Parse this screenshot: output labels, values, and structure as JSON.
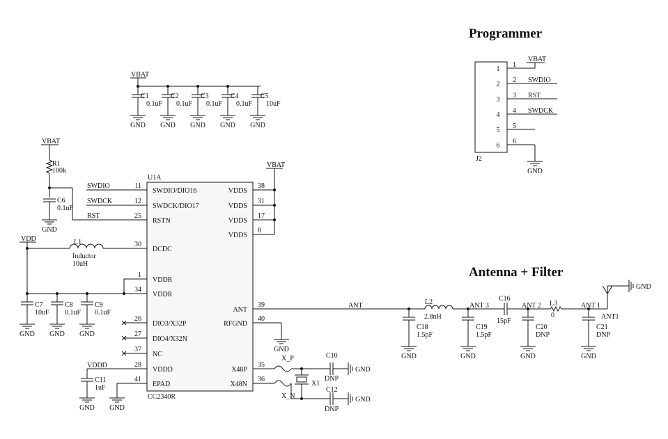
{
  "titles": {
    "programmer": "Programmer",
    "antenna": "Antenna + Filter"
  },
  "nets": {
    "vbat": "VBAT",
    "vdd": "VDD",
    "vddd": "VDDD",
    "gnd": "GND",
    "swdio": "SWDIO",
    "swdck": "SWDCK",
    "rst": "RST",
    "ant": "ANT",
    "xp": "X_P",
    "xn": "X_N"
  },
  "chip": {
    "ref": "U1A",
    "part": "CC2340R",
    "left_pins": [
      {
        "num": "11",
        "name": "SWDIO/DIO16"
      },
      {
        "num": "12",
        "name": "SWDCK/DIO17"
      },
      {
        "num": "25",
        "name": "RSTN"
      },
      {
        "num": "30",
        "name": "DCDC"
      },
      {
        "num": "1",
        "name": "VDDR"
      },
      {
        "num": "34",
        "name": "VDDR"
      },
      {
        "num": "26",
        "name": "DIO3/X32P"
      },
      {
        "num": "27",
        "name": "DIO4/X32N"
      },
      {
        "num": "37",
        "name": "NC"
      },
      {
        "num": "28",
        "name": "VDDD"
      },
      {
        "num": "41",
        "name": "EPAD"
      }
    ],
    "right_pins": [
      {
        "num": "38",
        "name": "VDDS"
      },
      {
        "num": "31",
        "name": "VDDS"
      },
      {
        "num": "17",
        "name": "VDDS"
      },
      {
        "num": "8",
        "name": "VDDS"
      },
      {
        "num": "39",
        "name": "ANT"
      },
      {
        "num": "40",
        "name": "RFGND"
      },
      {
        "num": "35",
        "name": "X48P"
      },
      {
        "num": "36",
        "name": "X48N"
      }
    ]
  },
  "decoupling": [
    {
      "ref": "C1",
      "value": "0.1uF"
    },
    {
      "ref": "C2",
      "value": "0.1uF"
    },
    {
      "ref": "C3",
      "value": "0.1uF"
    },
    {
      "ref": "C4",
      "value": "0.1uF"
    },
    {
      "ref": "C5",
      "value": "10uF"
    }
  ],
  "reset": {
    "r_ref": "R1",
    "r_value": "100k",
    "c_ref": "C6",
    "c_value": "0.1uF"
  },
  "inductor_l1": {
    "ref": "L1",
    "type": "Inductor",
    "value": "10uH"
  },
  "vdd_caps": [
    {
      "ref": "C7",
      "value": "10uF"
    },
    {
      "ref": "C8",
      "value": "0.1uF"
    },
    {
      "ref": "C9",
      "value": "0.1uF"
    }
  ],
  "c11": {
    "ref": "C11",
    "value": "1uF"
  },
  "crystal": {
    "ref": "X1",
    "c10_ref": "C10",
    "c12_ref": "C12",
    "dnp": "DNP"
  },
  "rf": {
    "l2_ref": "L2",
    "l2_value": "2.8nH",
    "c16_ref": "C16",
    "c16_value": "15pF",
    "l3_ref": "L3",
    "l3_value": "0",
    "c18_ref": "C18",
    "c18_value": "1.5pF",
    "c19_ref": "C19",
    "c19_value": "1.5pF",
    "c20_ref": "C20",
    "c20_value": "DNP",
    "c21_ref": "C21",
    "c21_value": "DNP",
    "ant_ref": "ANT1",
    "ant3": "ANT 3",
    "ant2": "ANT 2",
    "ant1": "ANT 1"
  },
  "header": {
    "ref": "J2",
    "pins": [
      {
        "num": "1",
        "label": "VBAT"
      },
      {
        "num": "2",
        "label": "SWDIO"
      },
      {
        "num": "3",
        "label": "RST"
      },
      {
        "num": "4",
        "label": "SWDCK"
      },
      {
        "num": "5",
        "label": ""
      },
      {
        "num": "6",
        "label": "GND"
      }
    ]
  }
}
